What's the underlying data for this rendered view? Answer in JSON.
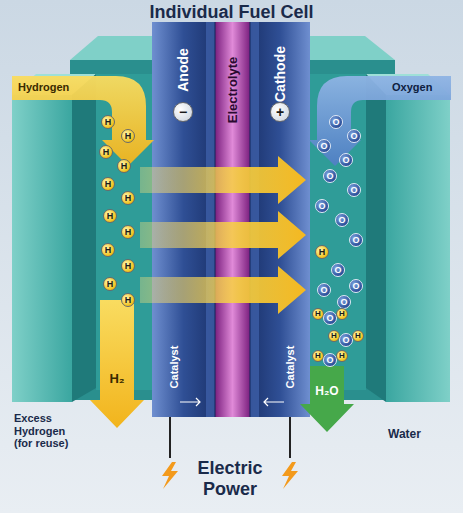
{
  "diagram": {
    "title": "Individual Fuel Cell",
    "nodes": [
      {
        "text": [
          "Anode",
          "Catalyst"
        ]
      },
      {
        "text": [
          "−"
        ],
        "in": 0
      },
      {
        "text": [
          "Electrolyte"
        ]
      },
      {
        "text": [
          "Cathode",
          "Catalyst"
        ]
      },
      {
        "text": [
          "+"
        ],
        "in": 3
      },
      {
        "text": [
          "H"
        ]
      },
      {
        "text": [
          "H"
        ]
      },
      {
        "text": [
          "H"
        ]
      },
      {
        "text": [
          "H"
        ]
      },
      {
        "text": [
          "H"
        ]
      },
      {
        "text": [
          "H"
        ]
      },
      {
        "text": [
          "H"
        ]
      },
      {
        "text": [
          "H"
        ]
      },
      {
        "text": [
          "H"
        ]
      },
      {
        "text": [
          "H"
        ]
      },
      {
        "text": [
          "H"
        ]
      },
      {
        "text": [
          "H"
        ]
      },
      {
        "text": [
          "H"
        ]
      },
      {
        "text": [
          "O"
        ]
      },
      {
        "text": [
          "O"
        ]
      },
      {
        "text": [
          "O"
        ]
      },
      {
        "text": [
          "O"
        ]
      },
      {
        "text": [
          "O"
        ]
      },
      {
        "text": [
          "O"
        ]
      },
      {
        "text": [
          "O"
        ]
      },
      {
        "text": [
          "O"
        ]
      },
      {
        "text": [
          "O"
        ]
      },
      {
        "text": [
          "O"
        ]
      },
      {
        "text": [
          "O"
        ]
      },
      {
        "text": [
          "O"
        ]
      },
      {
        "text": [
          "O"
        ]
      },
      {
        "text": [
          "H"
        ]
      },
      {
        "text": [
          "O"
        ]
      },
      {
        "text": [
          "H"
        ]
      },
      {
        "text": [
          "H"
        ]
      },
      {
        "text": [
          "O"
        ]
      },
      {
        "text": [
          "H"
        ]
      },
      {
        "text": [
          "H"
        ]
      },
      {
        "text": [
          "O"
        ]
      },
      {
        "text": [
          "H"
        ]
      }
    ],
    "labels": [
      "Hydrogen",
      "Oxygen",
      "H₂",
      "H₂O",
      "Excess Hydrogen (for reuse)",
      "Water",
      "Electric Power"
    ]
  }
}
